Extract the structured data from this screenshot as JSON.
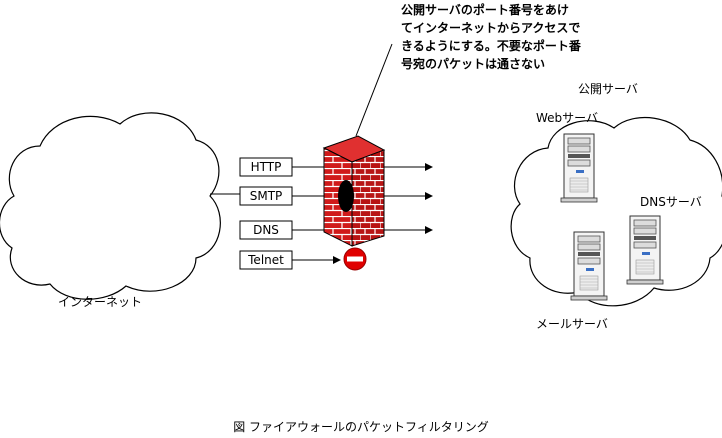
{
  "callout": {
    "lines": [
      "公開サーバのポート番号をあけ",
      "てインターネットからアクセスで",
      "きるようにする。不要なポート番",
      "号宛のパケットは通さない"
    ]
  },
  "internet": {
    "label": "インターネット"
  },
  "public_servers": {
    "group_label": "公開サーバ",
    "web": "Webサーバ",
    "dns": "DNSサーバ",
    "mail": "メールサーバ"
  },
  "ports": {
    "http": "HTTP",
    "smtp": "SMTP",
    "dns": "DNS",
    "telnet": "Telnet"
  },
  "icons": {
    "firewall": "brick-wall-icon",
    "block": "no-entry-icon",
    "server": "server-tower-icon",
    "cloud": "cloud-icon"
  },
  "colors": {
    "brick": "#d01a1a",
    "mortar": "#ffffff",
    "block_sign": "#e00000"
  },
  "caption": "図 ファイアウォールのパケットフィルタリング"
}
